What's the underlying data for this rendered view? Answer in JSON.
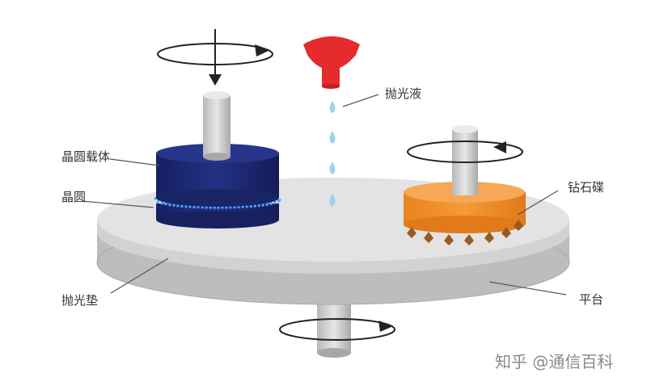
{
  "labels": {
    "polishing_liquid": "抛光液",
    "wafer_carrier": "晶圆载体",
    "wafer": "晶圆",
    "diamond_disc": "钻石碟",
    "polishing_pad": "抛光垫",
    "platform": "平台"
  },
  "watermark": "知乎 @通信百科",
  "colors": {
    "carrier_navy": "#1d2a72",
    "pad_light_gray": "#e3e3e3",
    "platen_gray": "#bdbdbd",
    "disc_orange": "#f08f2a",
    "nozzle_red": "#e52b2b",
    "droplet_blue": "#9fd1ea",
    "wafer_glow": "#4fa3ff",
    "leader_line": "#555555"
  },
  "icons": {
    "rotation_arrow": "circular-rotation-arrow-icon",
    "down_arrow": "down-arrow-icon"
  }
}
